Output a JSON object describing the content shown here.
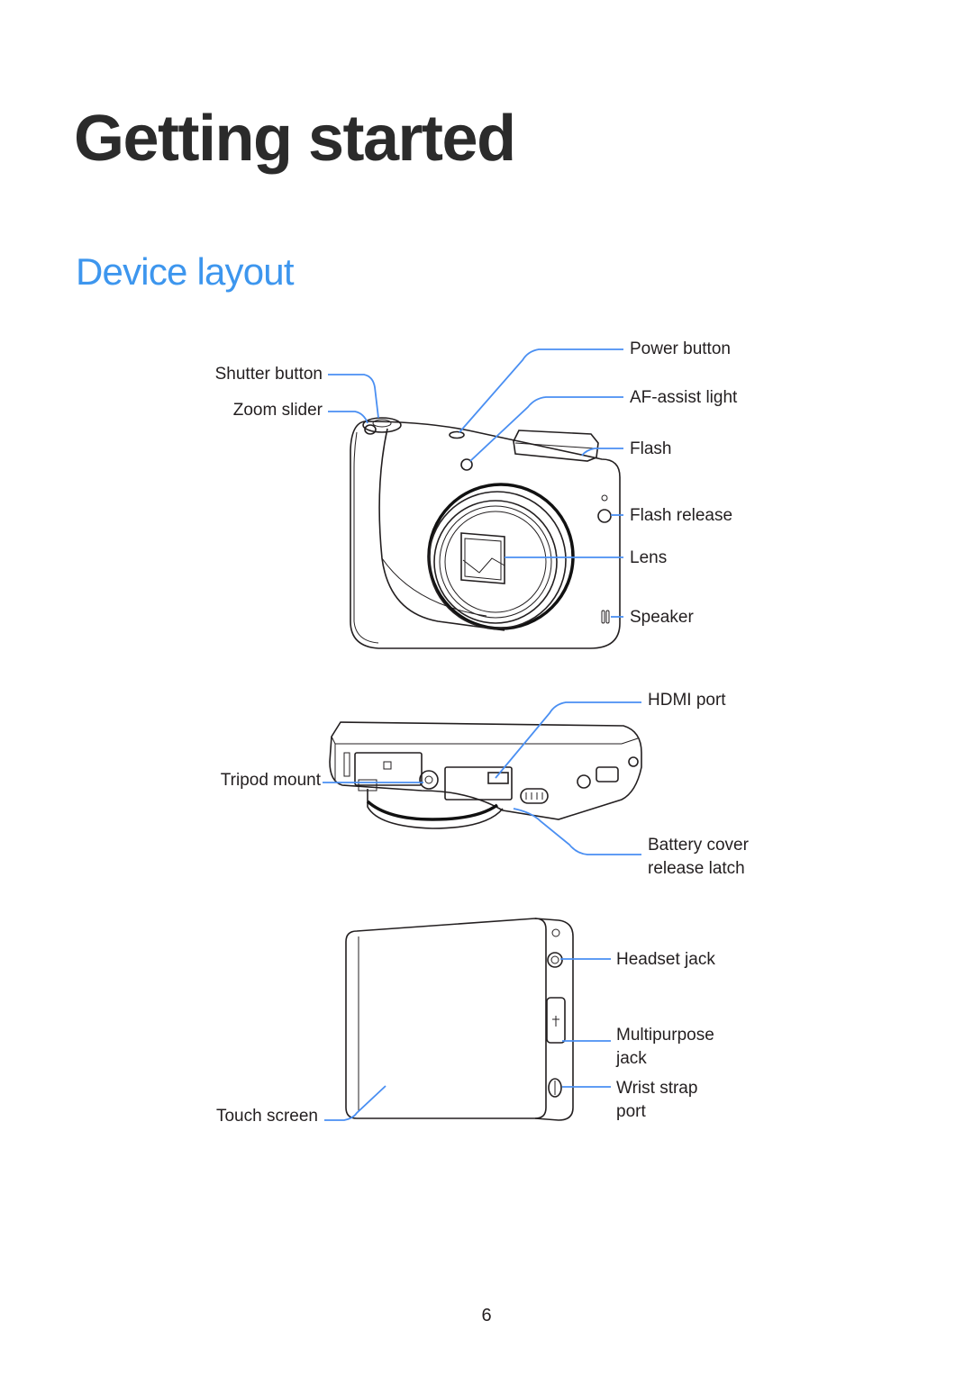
{
  "page": {
    "title": "Getting started",
    "section": "Device layout",
    "page_number": "6"
  },
  "labels": {
    "shutter_button": "Shutter button",
    "zoom_slider": "Zoom slider",
    "power_button": "Power button",
    "af_assist_light": "AF-assist light",
    "flash": "Flash",
    "flash_release": "Flash release",
    "lens": "Lens",
    "speaker": "Speaker",
    "hdmi_port": "HDMI port",
    "tripod_mount": "Tripod mount",
    "battery_cover_line1": "Battery cover",
    "battery_cover_line2": "release latch",
    "headset_jack": "Headset jack",
    "multipurpose_line1": "Multipurpose",
    "multipurpose_line2": "jack",
    "wrist_strap_line1": "Wrist strap",
    "wrist_strap_line2": "port",
    "touch_screen": "Touch screen"
  },
  "colors": {
    "title": "#2b2b2b",
    "section": "#3d96ee",
    "leader_lines": "#4a8ff2"
  }
}
